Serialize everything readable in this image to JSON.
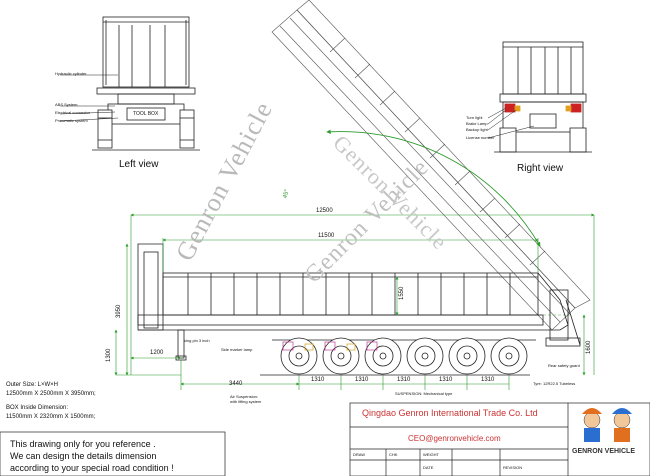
{
  "views": {
    "left": {
      "title": "Left view",
      "callouts": [
        "Hydraulic cylinder",
        "ABS System",
        "Electrical connector",
        "Pneumatic system"
      ],
      "toolbox": "TOOL BOX"
    },
    "right": {
      "title": "Right view",
      "callouts": [
        "Turn light",
        "Brake Lamp",
        "Backup light",
        "License number"
      ]
    }
  },
  "angle": "45°",
  "dimensions": {
    "overall_length": "12500",
    "box_length": "11500",
    "overall_height": "3950",
    "box_height": "1550",
    "kingpin_height": "1300",
    "kingpin_offset": "1200",
    "front_overhang": "3440",
    "axle_spacing": [
      "1310",
      "1310",
      "1310",
      "1310",
      "1310"
    ],
    "rear_height": "1600"
  },
  "annotations": {
    "kingpin": "king pin 3 inch",
    "side_marker": "Side marker lamp",
    "air_suspension": "Air Suspension:\nwith lifting system",
    "suspension": "SUSPENSION: Mechanical type",
    "rear_guard": "Rear safety guard",
    "tires": "Tyre: 12R22.5 Tubeless"
  },
  "specs": {
    "outer_size_label": "Outer Size: L×W×H",
    "outer_size_value": "12500mm X 2500mm X 3950mm;",
    "box_size_label": "BOX Inside Dimension:",
    "box_size_value": "11500mm X 2320mm X 1500mm;"
  },
  "note": [
    "This drawing only for you reference .",
    "We can design the details dimension",
    "according to your special road condition !"
  ],
  "title_block": {
    "company": "Qingdao Genron International Trade Co. Ltd",
    "email": "CEO@genronvehicle.com",
    "logo": "GENRON VEHICLE",
    "fields": [
      "DRAW",
      "CHK",
      "WEIGHT",
      "",
      "",
      "DATE",
      "REVISION"
    ]
  },
  "watermark": "Genron Vehicle",
  "colors": {
    "green": "#2a9a2a",
    "red": "#cc2222",
    "line": "#222222"
  }
}
